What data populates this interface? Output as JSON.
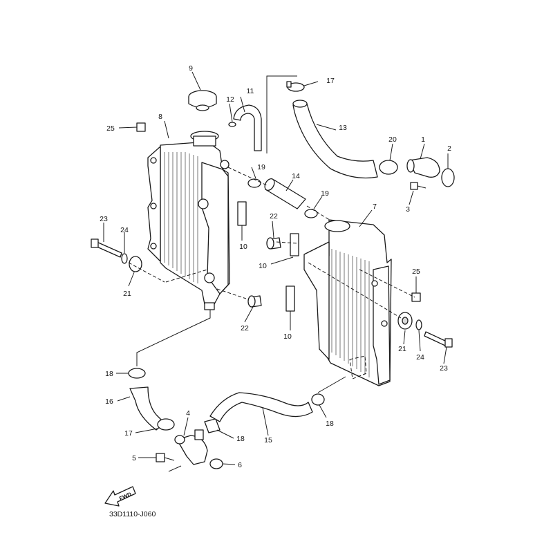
{
  "callouts": [
    "1",
    "2",
    "3",
    "4",
    "5",
    "6",
    "7",
    "8",
    "9",
    "10",
    "10",
    "10",
    "11",
    "12",
    "13",
    "14",
    "15",
    "16",
    "17",
    "17",
    "18",
    "18",
    "18",
    "19",
    "19",
    "20",
    "21",
    "21",
    "22",
    "22",
    "23",
    "23",
    "24",
    "24",
    "25",
    "25"
  ],
  "fwd_label": "FWD",
  "catalog_code": "33D1110-J060"
}
